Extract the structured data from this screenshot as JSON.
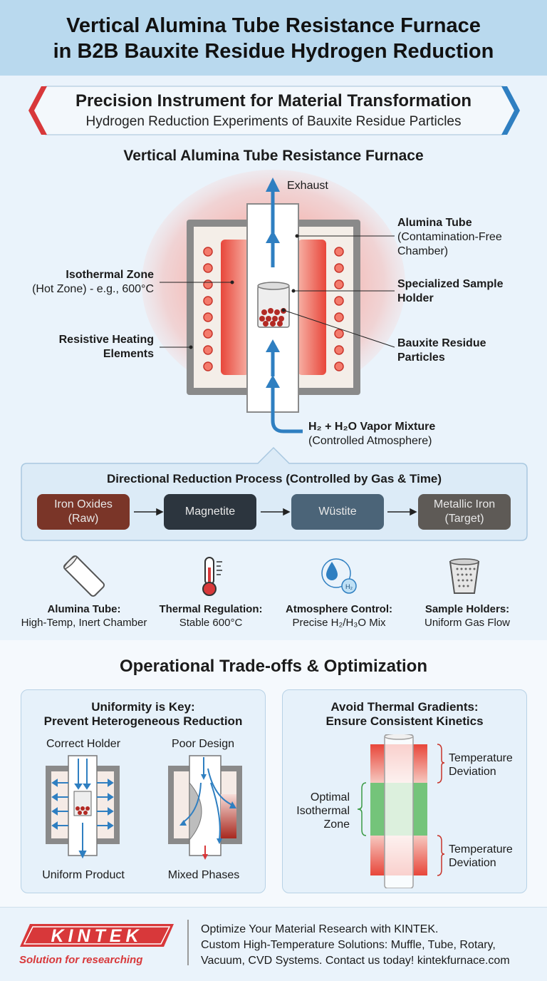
{
  "header": {
    "title_line1": "Vertical Alumina Tube Resistance Furnace",
    "title_line2": "in B2B Bauxite Residue Hydrogen Reduction"
  },
  "banner": {
    "title": "Precision Instrument for Material Transformation",
    "subtitle": "Hydrogen Reduction Experiments of Bauxite Residue Particles"
  },
  "furnace": {
    "heading": "Vertical Alumina Tube Resistance Furnace",
    "exhaust": "Exhaust",
    "alumina_tube_title": "Alumina Tube",
    "alumina_tube_line2": "(Contamination-Free",
    "alumina_tube_line3": "Chamber)",
    "isothermal_title": "Isothermal Zone",
    "isothermal_sub": "(Hot Zone) - e.g., 600°C",
    "sample_holder_line1": "Specialized Sample",
    "sample_holder_line2": "Holder",
    "heating_line1": "Resistive Heating",
    "heating_line2": "Elements",
    "bauxite_line1": "Bauxite Residue",
    "bauxite_line2": "Particles",
    "gas_title": "H₂ + H₂O Vapor Mixture",
    "gas_sub": "(Controlled Atmosphere)"
  },
  "process": {
    "heading": "Directional Reduction Process (Controlled by Gas & Time)",
    "steps": [
      {
        "line1": "Iron Oxides",
        "line2": "(Raw)",
        "color": "#7a3528"
      },
      {
        "line1": "Magnetite",
        "line2": "",
        "color": "#2c353e"
      },
      {
        "line1": "Wüstite",
        "line2": "",
        "color": "#4b6478"
      },
      {
        "line1": "Metallic Iron",
        "line2": "(Target)",
        "color": "#5e5a56"
      }
    ]
  },
  "features": [
    {
      "title": "Alumina Tube:",
      "desc": "High-Temp, Inert Chamber",
      "icon": "tube-icon"
    },
    {
      "title": "Thermal Regulation:",
      "desc": "Stable 600°C",
      "icon": "thermometer-icon"
    },
    {
      "title": "Atmosphere Control:",
      "desc": "Precise H₂/H₃O Mix",
      "icon": "water-drop-icon"
    },
    {
      "title": "Sample Holders:",
      "desc": "Uniform Gas Flow",
      "icon": "mesh-holder-icon"
    }
  ],
  "h2_badge": "H₂",
  "tradeoffs": {
    "heading": "Operational Trade-offs & Optimization",
    "left": {
      "title_line1": "Uniformity is Key:",
      "title_line2": "Prevent Heterogeneous Reduction",
      "correct_label": "Correct Holder",
      "poor_label": "Poor Design",
      "uniform_label": "Uniform Product",
      "mixed_label": "Mixed Phases"
    },
    "right": {
      "title_line1": "Avoid Thermal Gradients:",
      "title_line2": "Ensure Consistent Kinetics",
      "temp_dev_line1": "Temperature",
      "temp_dev_line2": "Deviation",
      "optimal_line1": "Optimal",
      "optimal_line2": "Isothermal",
      "optimal_line3": "Zone"
    }
  },
  "footer": {
    "brand": "KINTEK",
    "tagline": "Solution for researching",
    "line1": "Optimize Your Material Research with KINTEK.",
    "line2": "Custom High-Temperature Solutions: Muffle, Tube, Rotary,",
    "line3": "Vacuum, CVD Systems. Contact us today! kintekfurnace.com"
  },
  "colors": {
    "accent_red": "#d8383a",
    "accent_blue": "#2f7fc1",
    "hot_zone": "#e8463a",
    "optimal_green": "#74c47a"
  }
}
